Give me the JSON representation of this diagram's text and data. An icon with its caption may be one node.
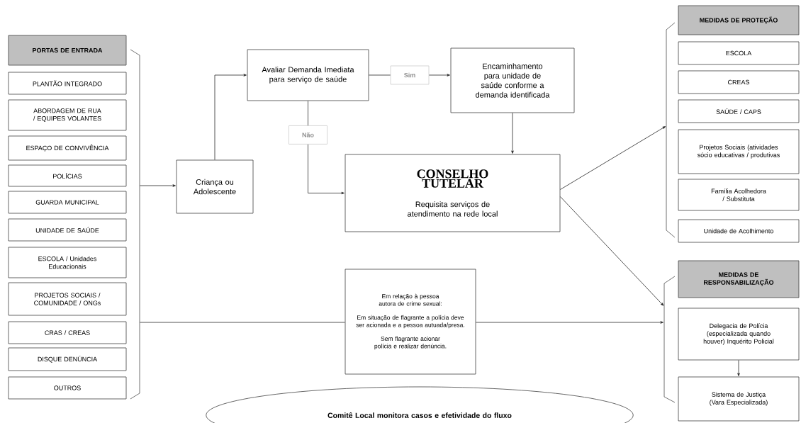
{
  "diagram": {
    "nodes": [
      {
        "text": [
          "PORTAS DE ENTRADA"
        ]
      },
      {
        "text": [
          "PLANTÃO INTEGRADO"
        ]
      },
      {
        "text": [
          "ABORDAGEM DE RUA / EQUIPES VOLANTES"
        ]
      },
      {
        "text": [
          "ESPAÇO DE CONVIVÊNCIA"
        ]
      },
      {
        "text": [
          "POLÍCIAS"
        ]
      },
      {
        "text": [
          "GUARDA MUNICIPAL"
        ]
      },
      {
        "text": [
          "UNIDADE DE SAÚDE"
        ]
      },
      {
        "text": [
          "ESCOLA / Unidades Educacionais"
        ]
      },
      {
        "text": [
          "PROJETOS SOCIAIS / COMUNIDADE / ONGs"
        ]
      },
      {
        "text": [
          "CRAS / CREAS"
        ]
      },
      {
        "text": [
          "DISQUE DENÚNCIA"
        ]
      },
      {
        "text": [
          "OUTROS"
        ]
      },
      {
        "text": [
          "Criança ou Adolescente"
        ]
      },
      {
        "text": [
          "Avaliar Demanda Imediata para serviço de saúde"
        ]
      },
      {
        "text": [
          "Encaminhamento para unidade de saúde conforme a demanda identificada"
        ]
      },
      {
        "text": [
          "CONSELHO TUTELAR",
          "Requisita serviços de atendimento na rede local"
        ]
      },
      {
        "text": [
          "Em relação à pessoa autora de crime sexual:",
          "Em situação de flagrante a polícia deve ser acionada e a pessoa autuada/presa.",
          "Sem flagrante acionar polícia e realizar denúncia."
        ]
      },
      {
        "text": [
          "MEDIDAS DE PROTEÇÃO"
        ]
      },
      {
        "text": [
          "ESCOLA"
        ]
      },
      {
        "text": [
          "CREAS"
        ]
      },
      {
        "text": [
          "SAÚDE / CAPS"
        ]
      },
      {
        "text": [
          "Projetos Sociais (atividades sócio educativas / produtivas"
        ]
      },
      {
        "text": [
          "Família Acolhedora / Substituta"
        ]
      },
      {
        "text": [
          "Unidade de Acolhimento"
        ]
      },
      {
        "text": [
          "MEDIDAS DE RESPONSABILIZAÇÃO"
        ]
      },
      {
        "text": [
          "Delegacia de Polícia (especializada quando houver) Inquérito Policial"
        ]
      },
      {
        "text": [
          "Sistema de Justiça (Vara Especializada)"
        ]
      },
      {
        "text": [
          "Comitê Local monitora casos e efetividade do fluxo"
        ]
      },
      {
        "text": [],
        "shape": "bracket"
      },
      {
        "text": [],
        "shape": "bracket"
      },
      {
        "text": [],
        "shape": "bracket"
      }
    ],
    "edges": [
      {
        "from": 28,
        "to": 12,
        "arrow": "to"
      },
      {
        "from": 12,
        "to": 13,
        "arrow": "to"
      },
      {
        "from": 13,
        "to": 14,
        "arrow": "to",
        "label": "Sim"
      },
      {
        "from": 13,
        "to": 15,
        "arrow": "to",
        "label": "Não"
      },
      {
        "from": 14,
        "to": 15,
        "arrow": "to"
      },
      {
        "from": 15,
        "to": 29,
        "arrow": "to"
      },
      {
        "from": 15,
        "to": 30,
        "arrow": "to"
      },
      {
        "from": 28,
        "to": 16,
        "arrow": "none"
      },
      {
        "from": 16,
        "to": 30,
        "arrow": "to"
      },
      {
        "from": 25,
        "to": 26,
        "arrow": "to"
      }
    ]
  }
}
